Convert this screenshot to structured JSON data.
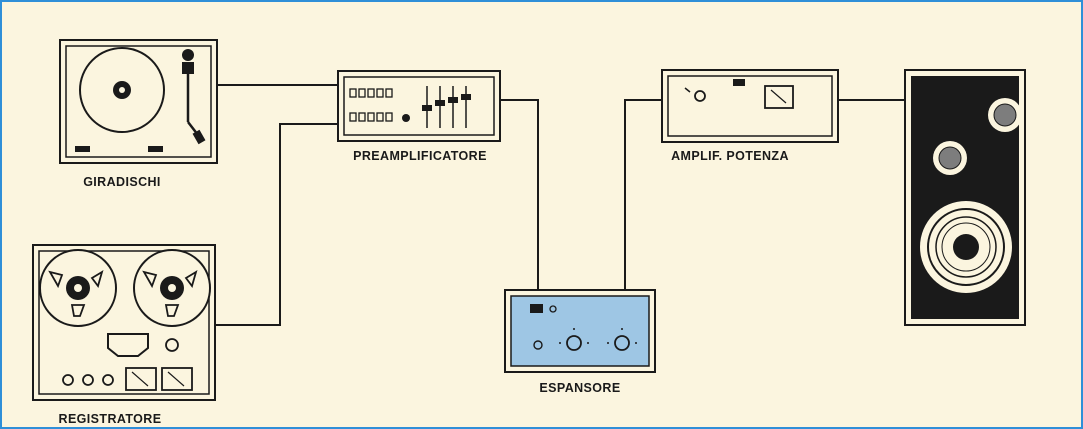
{
  "labels": {
    "turntable": "GIRADISCHI",
    "preamp": "PREAMPLIFICATORE",
    "power_amp": "AMPLIF. POTENZA",
    "recorder": "REGISTRATORE",
    "expander": "ESPANSORE"
  },
  "colors": {
    "background": "#fbf5df",
    "border": "#2f8fd8",
    "line": "#1a1a1a",
    "expander_panel": "#9ec6e4",
    "speaker_cabinet": "#1a1a1a"
  }
}
